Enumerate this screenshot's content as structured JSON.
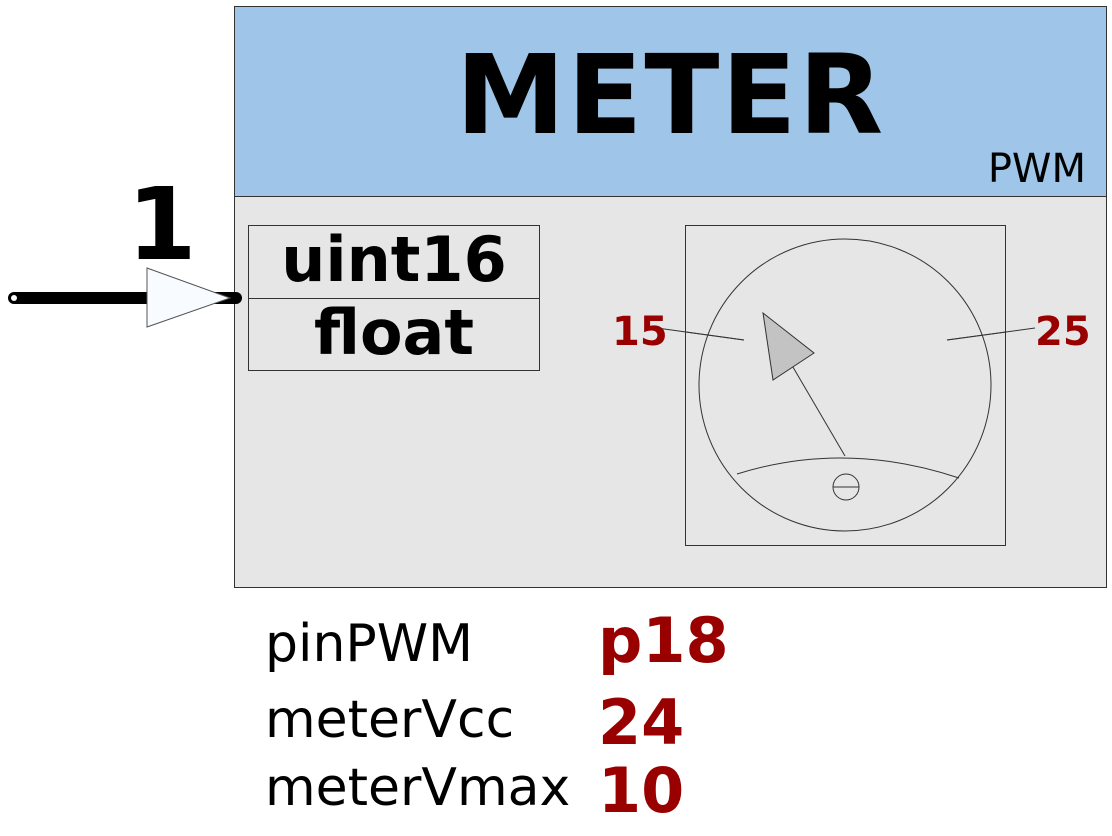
{
  "block": {
    "title": "METER",
    "subtitle": "PWM",
    "colors": {
      "header": "#9fc5e8",
      "body": "#e6e6e6",
      "accent": "#990000"
    }
  },
  "input": {
    "pin_number": "1",
    "types": [
      "uint16",
      "float"
    ]
  },
  "gauge": {
    "min_label": "15",
    "max_label": "25"
  },
  "parameters": [
    {
      "name": "pinPWM",
      "value": "p18"
    },
    {
      "name": "meterVcc",
      "value": "24"
    },
    {
      "name": "meterVmax",
      "value": "10"
    }
  ]
}
